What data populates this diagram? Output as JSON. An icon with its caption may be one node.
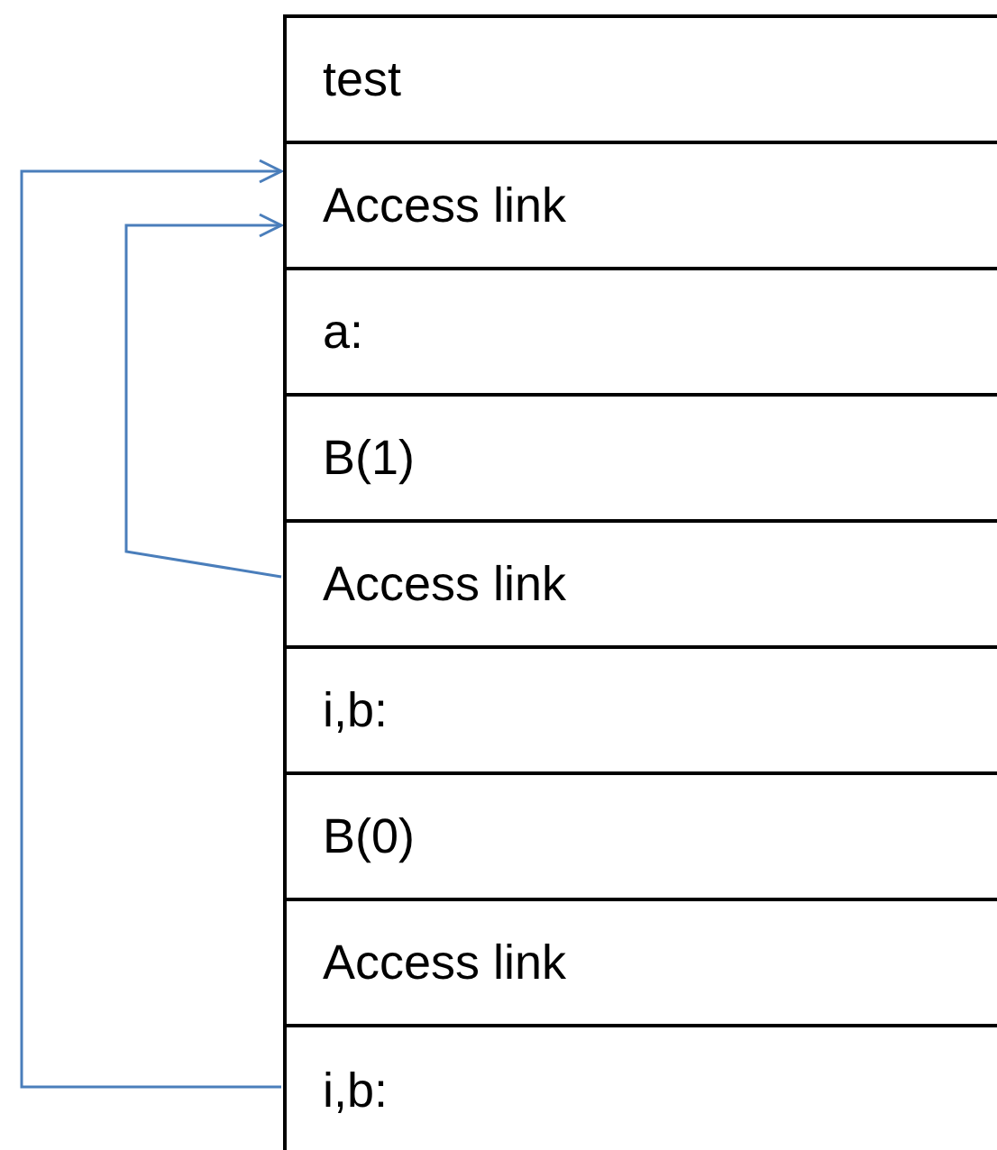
{
  "diagram": {
    "nodes": [
      {
        "text": [
          "test"
        ]
      },
      {
        "text": [
          "Access link"
        ]
      },
      {
        "text": [
          "a:"
        ]
      },
      {
        "text": [
          "B(1)"
        ]
      },
      {
        "text": [
          "Access link"
        ]
      },
      {
        "text": [
          "i,b:"
        ]
      },
      {
        "text": [
          "B(0)"
        ]
      },
      {
        "text": [
          "Access link"
        ]
      },
      {
        "text": [
          "i,b:"
        ]
      }
    ],
    "edges": [
      {
        "from": 4,
        "to": 1,
        "arrow": "to"
      },
      {
        "from": 8,
        "to": 1,
        "arrow": "to"
      }
    ]
  }
}
